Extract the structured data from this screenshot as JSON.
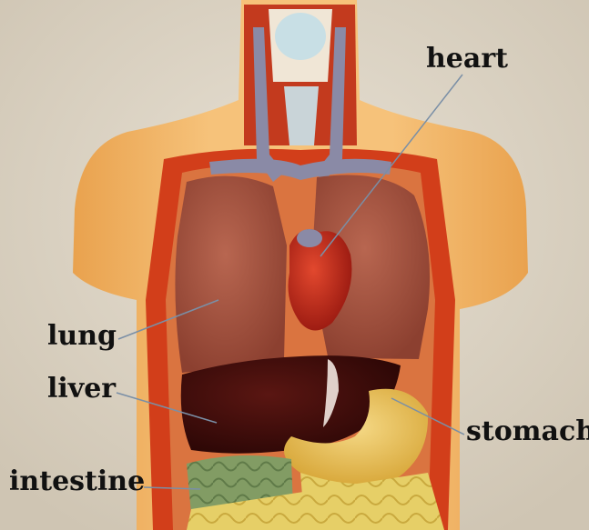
{
  "labels": {
    "heart": "heart",
    "lung": "lung",
    "liver": "liver",
    "stomach": "stomach",
    "intestine": "intestine"
  },
  "colors": {
    "background": "#d9d0c0",
    "skin": "#f0b764",
    "lung": "#a5553c",
    "heart": "#c32a1c",
    "liver": "#3d0d0c",
    "stomach": "#e9c35c",
    "intestine_green": "#7f9a63",
    "intestine_yellow": "#e6cf67",
    "vessels": "#8a8aa6",
    "muscle": "#d23e1a"
  }
}
